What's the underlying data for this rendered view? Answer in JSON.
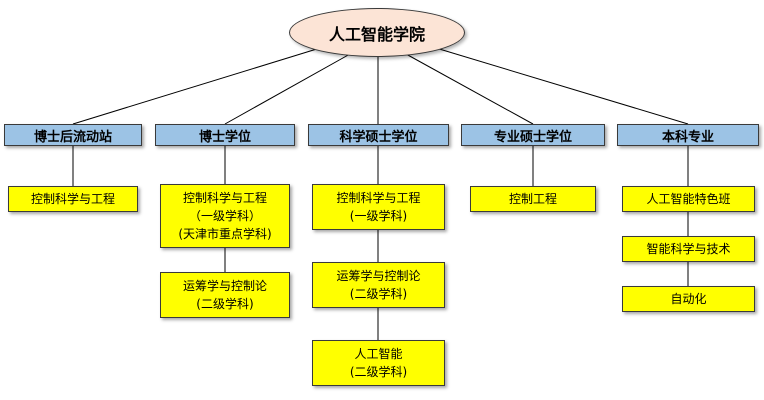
{
  "root": {
    "label": "人工智能学院"
  },
  "colors": {
    "root_fill": "#FCE4D6",
    "header_fill": "#9CC3E5",
    "node_fill": "#FFFF00",
    "border": "#3A3A3A",
    "line": "#000000"
  },
  "columns": [
    {
      "header": "博士后流动站",
      "nodes": [
        "控制科学与工程"
      ]
    },
    {
      "header": "博士学位",
      "nodes": [
        "控制科学与工程\n（一级学科）\n(天津市重点学科)",
        "运筹学与控制论\n(二级学科)"
      ]
    },
    {
      "header": "科学硕士学位",
      "nodes": [
        "控制科学与工程\n(一级学科)",
        "运筹学与控制论\n(二级学科)",
        "人工智能\n(二级学科)"
      ]
    },
    {
      "header": "专业硕士学位",
      "nodes": [
        "控制工程"
      ]
    },
    {
      "header": "本科专业",
      "nodes": [
        "人工智能特色班",
        "智能科学与技术",
        "自动化"
      ]
    }
  ]
}
